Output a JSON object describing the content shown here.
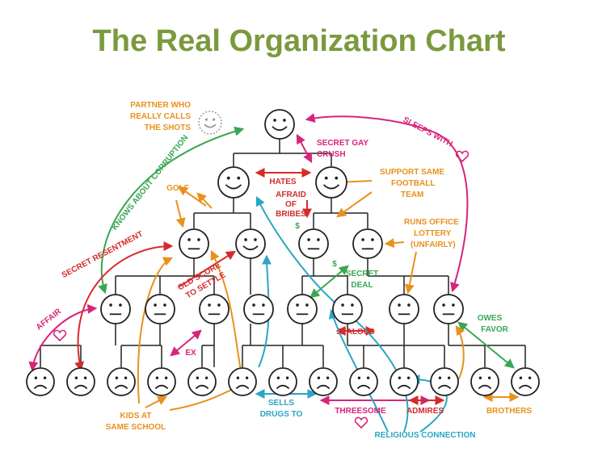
{
  "title": "The Real Organization Chart",
  "annotations": {
    "partner": [
      "PARTNER WHO",
      "REALLY CALLS",
      "THE SHOTS"
    ],
    "sleeps_with": "SLEEPS WITH",
    "knows_about_corruption": "KNOWS ABOUT CORRUPTION",
    "secret_gay_crush": [
      "SECRET GAY",
      "CRUSH"
    ],
    "hates": "HATES",
    "golf": "GOLF",
    "afraid_of_bribes": [
      "AFRAID",
      "OF",
      "BRIBES"
    ],
    "dollar": "$",
    "support_team": [
      "SUPPORT SAME",
      "FOOTBALL",
      "TEAM"
    ],
    "lottery": [
      "RUNS OFFICE",
      "LOTTERY",
      "(UNFAIRLY)"
    ],
    "secret_resentment": "SECRET RESENTMENT",
    "old_score": [
      "OLD SCORE",
      "TO SETTLE"
    ],
    "secret_deal": [
      "SECRET",
      "DEAL"
    ],
    "affair": "AFFAIR",
    "owes_favor": [
      "OWES",
      "FAVOR"
    ],
    "jealous": "JEALOUS",
    "ex": "EX",
    "kids_school": [
      "KIDS AT",
      "SAME SCHOOL"
    ],
    "sells_drugs": [
      "SELLS",
      "DRUGS TO"
    ],
    "threesome": "THREESOME",
    "admires": "ADMIRES",
    "brothers": "BROTHERS",
    "religious": "RELIGIOUS CONNECTION"
  },
  "colors": {
    "title": "#7a9a3d",
    "orange": "#e8911c",
    "pink": "#d8247b",
    "green": "#3aa653",
    "red": "#d42b2b",
    "blue": "#2ba6c4"
  }
}
